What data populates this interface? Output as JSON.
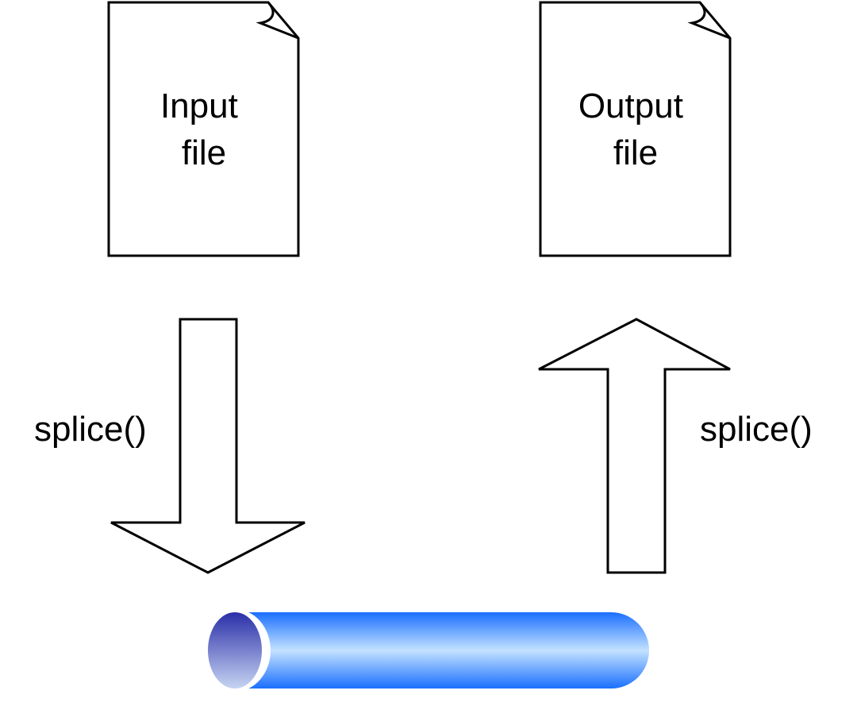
{
  "diagram": {
    "input_file": {
      "lines": [
        "Input",
        "file"
      ]
    },
    "output_file": {
      "lines": [
        "Output",
        "file"
      ]
    },
    "left_arrow": {
      "direction": "down",
      "label": "splice()"
    },
    "right_arrow": {
      "direction": "up",
      "label": "splice()"
    },
    "pipe": {
      "gradient_colors": [
        "#1a6fff",
        "#c4e2ff",
        "#1a6fff"
      ],
      "cap_colors": [
        "#2a2fa8",
        "#c6d4f2"
      ]
    }
  }
}
